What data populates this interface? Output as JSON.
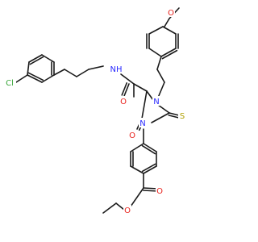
{
  "molecule": {
    "atoms": {
      "cl": {
        "label": "Cl",
        "color": "#3aa63a"
      },
      "nh": {
        "label": "NH",
        "color": "#2a2aff"
      },
      "o_amide": {
        "label": "O",
        "color": "#e8211b"
      },
      "o_methoxy": {
        "label": "O",
        "color": "#e8211b"
      },
      "n3": {
        "label": "N",
        "color": "#2a2aff"
      },
      "n1": {
        "label": "N",
        "color": "#2a2aff"
      },
      "o_ring": {
        "label": "O",
        "color": "#e8211b"
      },
      "s": {
        "label": "S",
        "color": "#b0a000"
      },
      "o_ester_carbonyl": {
        "label": "O",
        "color": "#e8211b"
      },
      "o_ester": {
        "label": "O",
        "color": "#e8211b"
      }
    }
  }
}
